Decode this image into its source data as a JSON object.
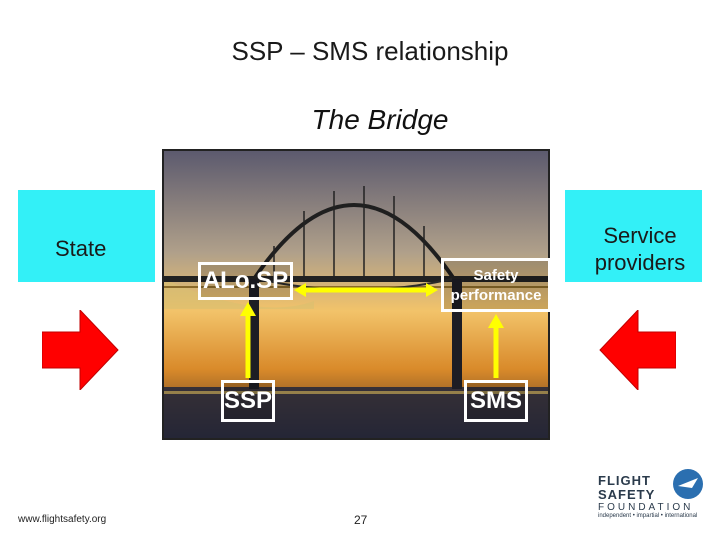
{
  "slide": {
    "title": "SSP – SMS relationship",
    "subtitle": "The Bridge",
    "state_label": "State",
    "service_providers_label": "Service providers",
    "alosp": "ALo.SP",
    "safety_performance": "Safety performance",
    "ssp": "SSP",
    "sms": "SMS"
  },
  "footer": {
    "url": "www.flightsafety.org",
    "page_number": "27"
  },
  "logo": {
    "line1": "FLIGHT",
    "line2": "SAFETY",
    "line3": "FOUNDATION",
    "tagline": "independent • impartial • international"
  },
  "colors": {
    "side_box": "#33f0f7",
    "arrow_red": "#ff0000",
    "arrow_yellow": "#ffff00"
  }
}
